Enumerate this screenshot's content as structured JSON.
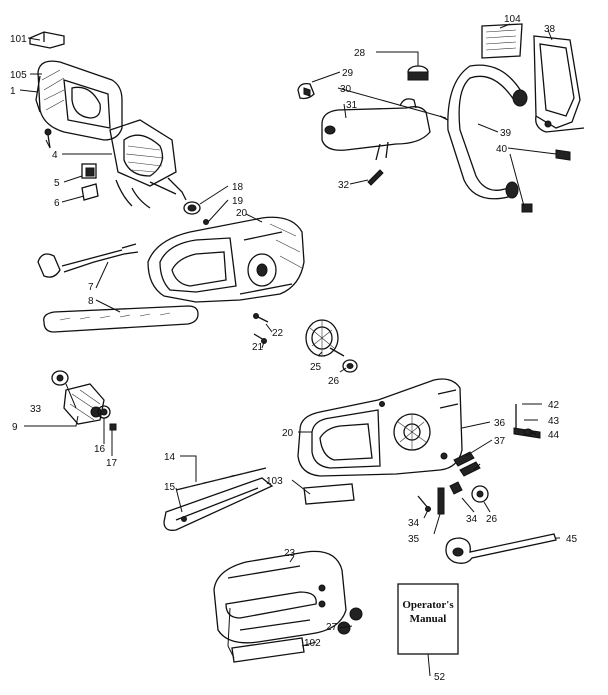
{
  "labels": {
    "p101": "101",
    "p105": "105",
    "p1": "1",
    "p4": "4",
    "p5": "5",
    "p6": "6",
    "p7": "7",
    "p8": "8",
    "p9": "9",
    "p14": "14",
    "p15": "15",
    "p16": "16",
    "p17": "17",
    "p18": "18",
    "p19": "19",
    "p20a": "20",
    "p20b": "20",
    "p21": "21",
    "p22": "22",
    "p23": "23",
    "p25": "25",
    "p26a": "26",
    "p26b": "26",
    "p27": "27",
    "p28": "28",
    "p29": "29",
    "p30": "30",
    "p31": "31",
    "p32": "32",
    "p33": "33",
    "p34a": "34",
    "p34b": "34",
    "p35": "35",
    "p36": "36",
    "p37": "37",
    "p38": "38",
    "p39": "39",
    "p40": "40",
    "p42": "42",
    "p43": "43",
    "p44": "44",
    "p45": "45",
    "p52": "52",
    "p102": "102",
    "p103": "103",
    "p104": "104"
  },
  "manual": {
    "line1": "Operator's",
    "line2": "Manual"
  }
}
